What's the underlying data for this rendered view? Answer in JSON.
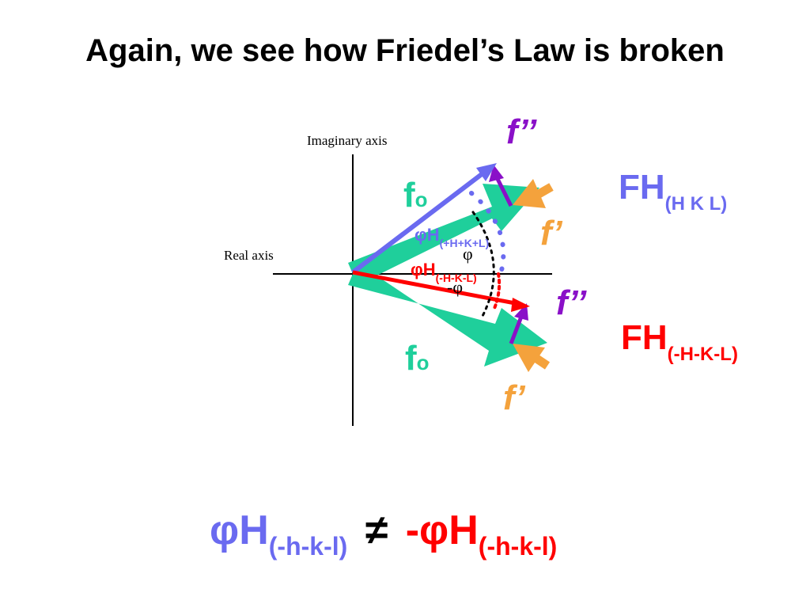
{
  "title": "Again, we see how Friedel’s Law is broken",
  "axes": {
    "imaginary": "Imaginary axis",
    "real": "Real axis"
  },
  "labels": {
    "f_double_prime": "f’’",
    "f_prime": "f’",
    "f_zero_base": "f",
    "f_zero_sub": "o",
    "phi": "φ",
    "neg_phi": "-φ",
    "phi_H": "φH",
    "sub_plus": "(+H+K+L)",
    "sub_minus": "(-H-K-L)",
    "FH": "FH",
    "FH_sub_plus": "(H K L)",
    "FH_sub_minus": "(-H-K-L)"
  },
  "equation": {
    "lhs_main": "φH",
    "lhs_sub": "(-h-k-l)",
    "operator": "≠",
    "rhs_main": "-φH",
    "rhs_sub": "(-h-k-l)"
  },
  "colors": {
    "teal": "#1fcf9b",
    "blue": "#6a6af0",
    "red": "#ff0000",
    "purple": "#8a10c8",
    "orange": "#f4a23c",
    "black": "#000000"
  }
}
